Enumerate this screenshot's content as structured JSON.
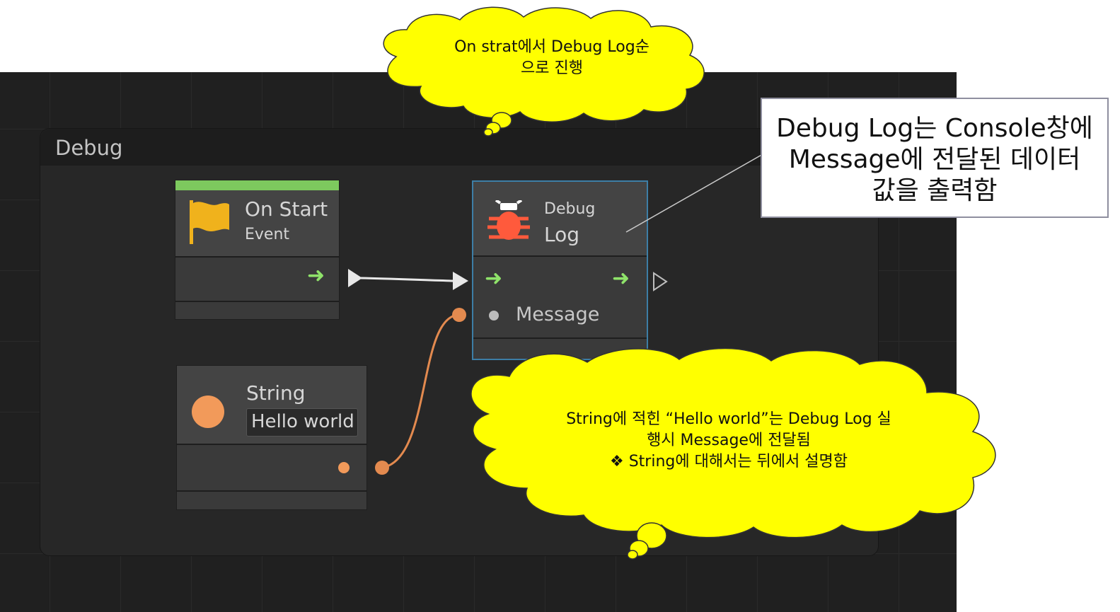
{
  "group": {
    "title": "Debug"
  },
  "nodes": {
    "on_start": {
      "title": "On Start",
      "subtitle": "Event",
      "accent": "#7dc95e",
      "icon": "flag-icon"
    },
    "debug_log": {
      "category": "Debug",
      "title": "Log",
      "port_label": "Message",
      "icon": "bug-icon",
      "selected_border": "#3d7ea6"
    },
    "string": {
      "title": "String",
      "value": "Hello world",
      "port_color": "#f29a5a"
    }
  },
  "callouts": {
    "top": {
      "line1": "On strat에서 Debug Log순",
      "line2": "으로 진행"
    },
    "bottom": {
      "line1": "String에 적힌 “Hello world”는 Debug Log 실",
      "line2": "행시 Message에 전달됨",
      "line3": "❖ String에 대해서는 뒤에서 설명함"
    },
    "box": {
      "line1": "Debug Log는 Console창에",
      "line2": "Message에 전달된 데이터",
      "line3": "값을 출력함"
    }
  },
  "colors": {
    "canvas": "#202020",
    "cloud": "#ffff00",
    "flow_arrow": "#8fe36a",
    "wire_white": "#e8e8e8",
    "wire_orange": "#e38a4f"
  }
}
